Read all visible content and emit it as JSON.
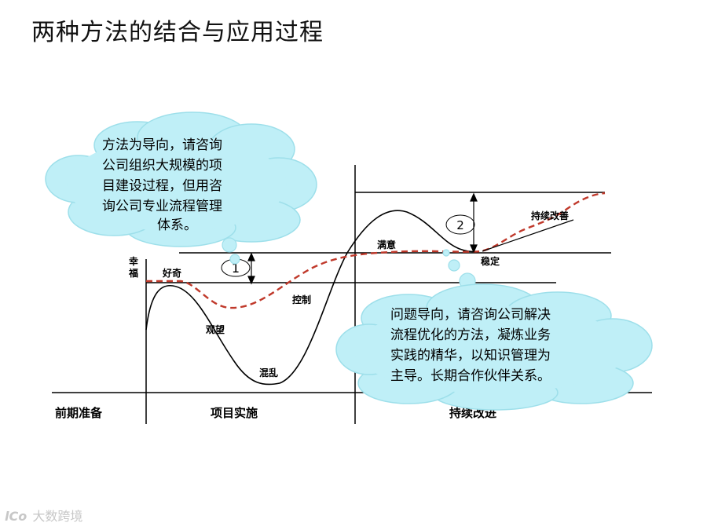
{
  "title": "两种方法的结合与应用过程",
  "y_axis_label": [
    "幸",
    "福"
  ],
  "curve_labels": {
    "curious": "好奇",
    "wait": "观望",
    "chaos": "混乱",
    "control": "控制",
    "satisfied": "满意",
    "stable": "稳定",
    "improve": "持续改善"
  },
  "markers": {
    "one": "1",
    "two": "2"
  },
  "phases": {
    "prep": "前期准备",
    "implement": "项目实施",
    "continuous": "持续改进"
  },
  "cloud_left": {
    "lines": [
      "方法为导向，请咨询",
      "公司组织大规模的项",
      "目建设过程，但用咨",
      "询公司专业流程管理",
      "体系。"
    ]
  },
  "cloud_right": {
    "lines": [
      "问题导向，请咨询公司解决",
      "流程优化的方法，凝炼业务",
      "实践的精华，以知识管理为",
      "主导。长期合作伙伴关系。"
    ]
  },
  "watermark": {
    "logo": "lCo",
    "text": "大数跨境"
  },
  "colors": {
    "cloud_fill": "#bfeff7",
    "cloud_stroke": "#9ddfea",
    "dashed_line": "#c0392b",
    "line": "#000000"
  }
}
